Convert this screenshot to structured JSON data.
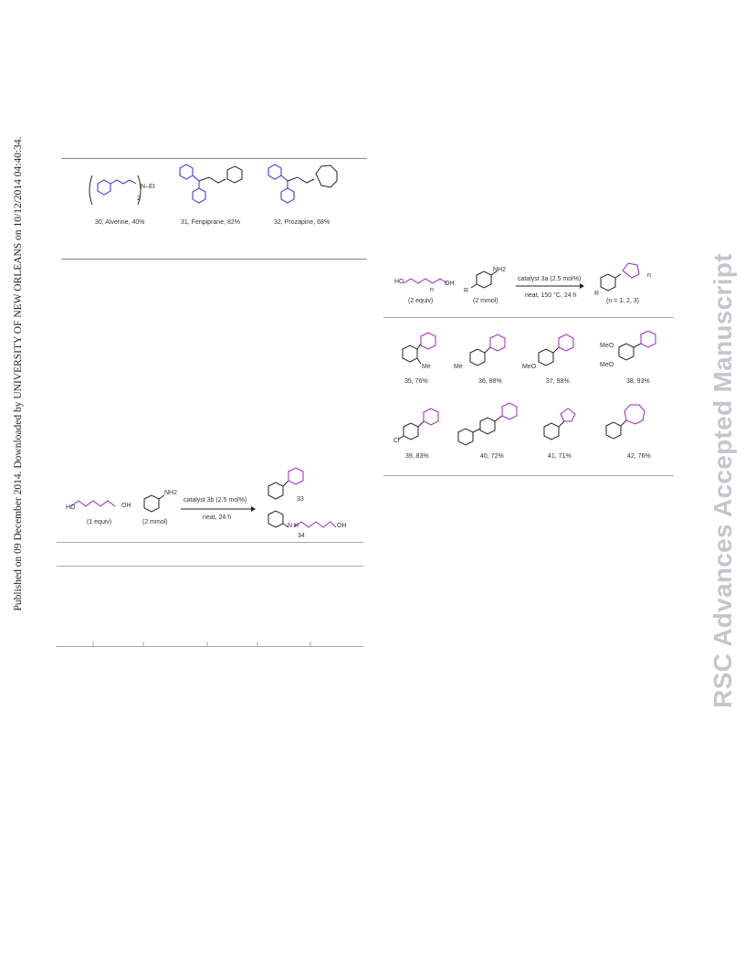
{
  "side_note": "Published on 09 December 2014. Downloaded by UNIVERSITY OF NEW ORLEANS on 10/12/2014 04:40:34.",
  "watermark": "RSC Advances Accepted Manuscript",
  "left_figure": {
    "compounds": [
      {
        "label": "30, Alverine, 40%",
        "fragment": "N–Et",
        "subscript": "2"
      },
      {
        "label": "31, Fenpiprane, 82%"
      },
      {
        "label": "32, Prozapine, 68%"
      }
    ]
  },
  "left_scheme": {
    "diol_label": "(1 equiv)",
    "aniline_label": "(2 mmol)",
    "nh2": "NH2",
    "arrow_above": "catalyst 3b (2.5 mol%)",
    "arrow_below": "neat, 24 h",
    "ho": "HO",
    "oh": "OH",
    "product_a": "33",
    "plus": "+",
    "product_b": "34",
    "nh": "N\nH"
  },
  "right_scheme": {
    "ho": "HO",
    "oh": "OH",
    "n_sub": "n",
    "diol_label": "(2 equiv)",
    "nh2": "NH2",
    "r": "R",
    "amine_label": "(2 mmol)",
    "arrow_above": "catalyst 3a (2.5 mol%)",
    "arrow_below": "neat, 150 °C, 24 h",
    "product_label": "(n = 1, 2, 3)",
    "product_n": "n",
    "product_r": "R"
  },
  "right_products": [
    {
      "label": "35, 76%",
      "sub": "Me"
    },
    {
      "label": "36, 88%",
      "sub": "Me"
    },
    {
      "label": "37, 98%",
      "sub": "MeO"
    },
    {
      "label": "38, 93%",
      "sub": "MeO",
      "sub2": "MeO"
    },
    {
      "label": "39, 83%",
      "sub": "Cl"
    },
    {
      "label": "40, 72%"
    },
    {
      "label": "41, 71%"
    },
    {
      "label": "42, 76%"
    }
  ],
  "colors": {
    "ring_blue": "#2b2bd9",
    "ring_purple": "#a020c8",
    "watermark": "#c5c5cc",
    "rule": "#888888"
  }
}
